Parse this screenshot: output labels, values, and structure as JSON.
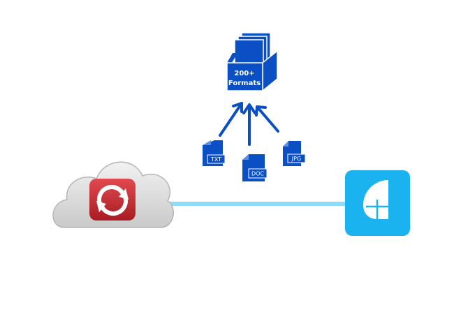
{
  "formats_box": {
    "line1": "200+",
    "line2": "Formats"
  },
  "files": [
    {
      "label": "TXT"
    },
    {
      "label": "DOC"
    },
    {
      "label": "JPG"
    }
  ],
  "colors": {
    "primary_blue": "#0a4fc4",
    "connector": "#8fdcf7",
    "app_icon_bg": "#1ab2ef",
    "cloud_gray": "#d8d8d8",
    "sync_red": "#c7272d"
  },
  "icons": {
    "cloud": "cloudconvert-cloud-icon",
    "app": "app-logo-icon"
  }
}
